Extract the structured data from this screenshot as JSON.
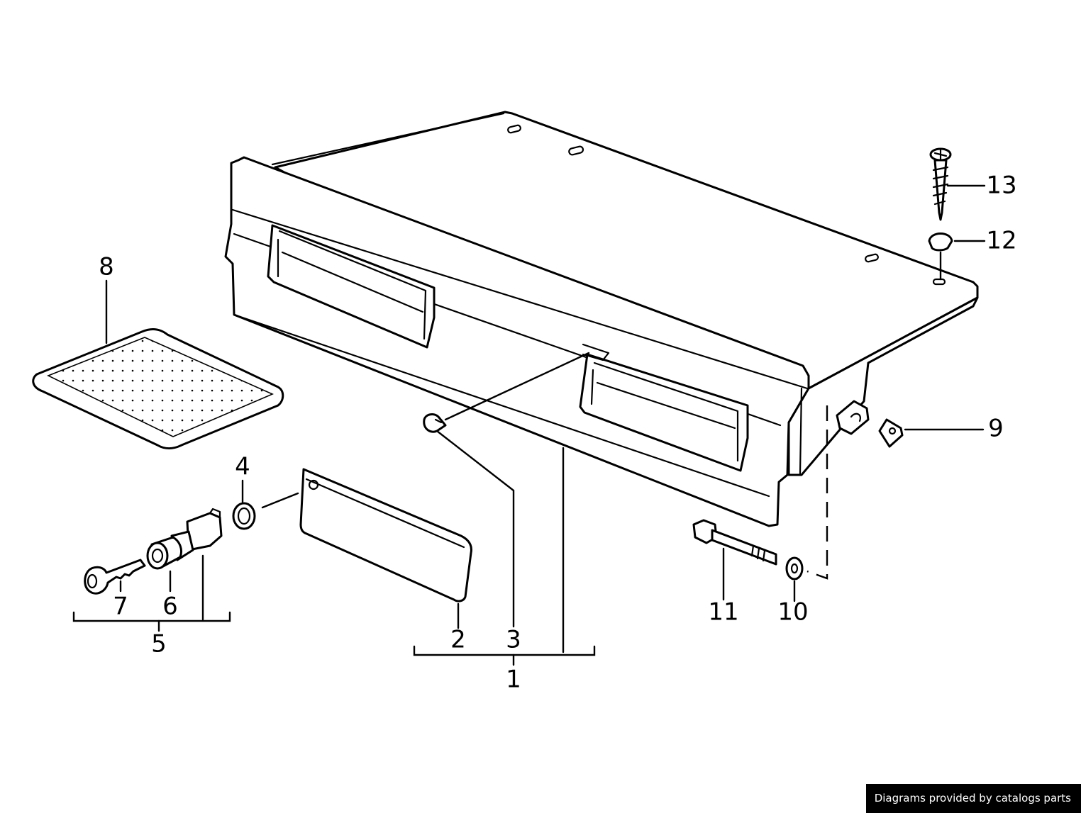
{
  "diagram": {
    "callouts": [
      {
        "id": "1",
        "label": "1"
      },
      {
        "id": "2",
        "label": "2"
      },
      {
        "id": "3",
        "label": "3"
      },
      {
        "id": "4",
        "label": "4"
      },
      {
        "id": "5",
        "label": "5"
      },
      {
        "id": "6",
        "label": "6"
      },
      {
        "id": "7",
        "label": "7"
      },
      {
        "id": "8",
        "label": "8"
      },
      {
        "id": "9",
        "label": "9"
      },
      {
        "id": "10",
        "label": "10"
      },
      {
        "id": "11",
        "label": "11"
      },
      {
        "id": "12",
        "label": "12"
      },
      {
        "id": "13",
        "label": "13"
      }
    ]
  },
  "footer": {
    "credit": "Diagrams provided by catalogs parts"
  }
}
